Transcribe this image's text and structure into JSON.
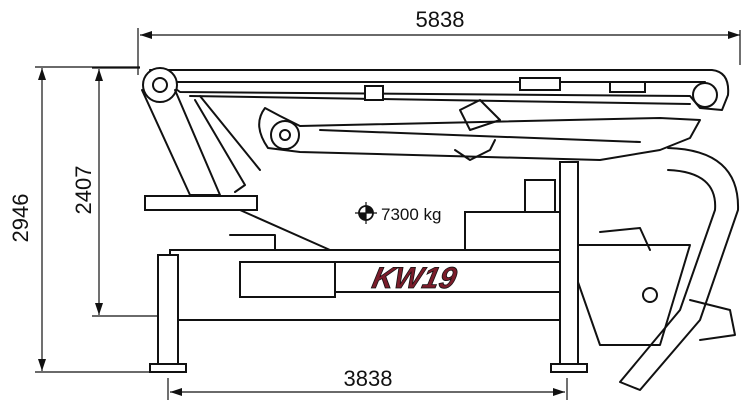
{
  "dimensions": {
    "overall_length": "5838",
    "overall_height": "2946",
    "frame_height": "2407",
    "support_span": "3838"
  },
  "weight_label": "7300 kg",
  "model_label": "KW19",
  "colors": {
    "line": "#111111",
    "model_text": "#7a1c2a",
    "background": "#ffffff"
  }
}
